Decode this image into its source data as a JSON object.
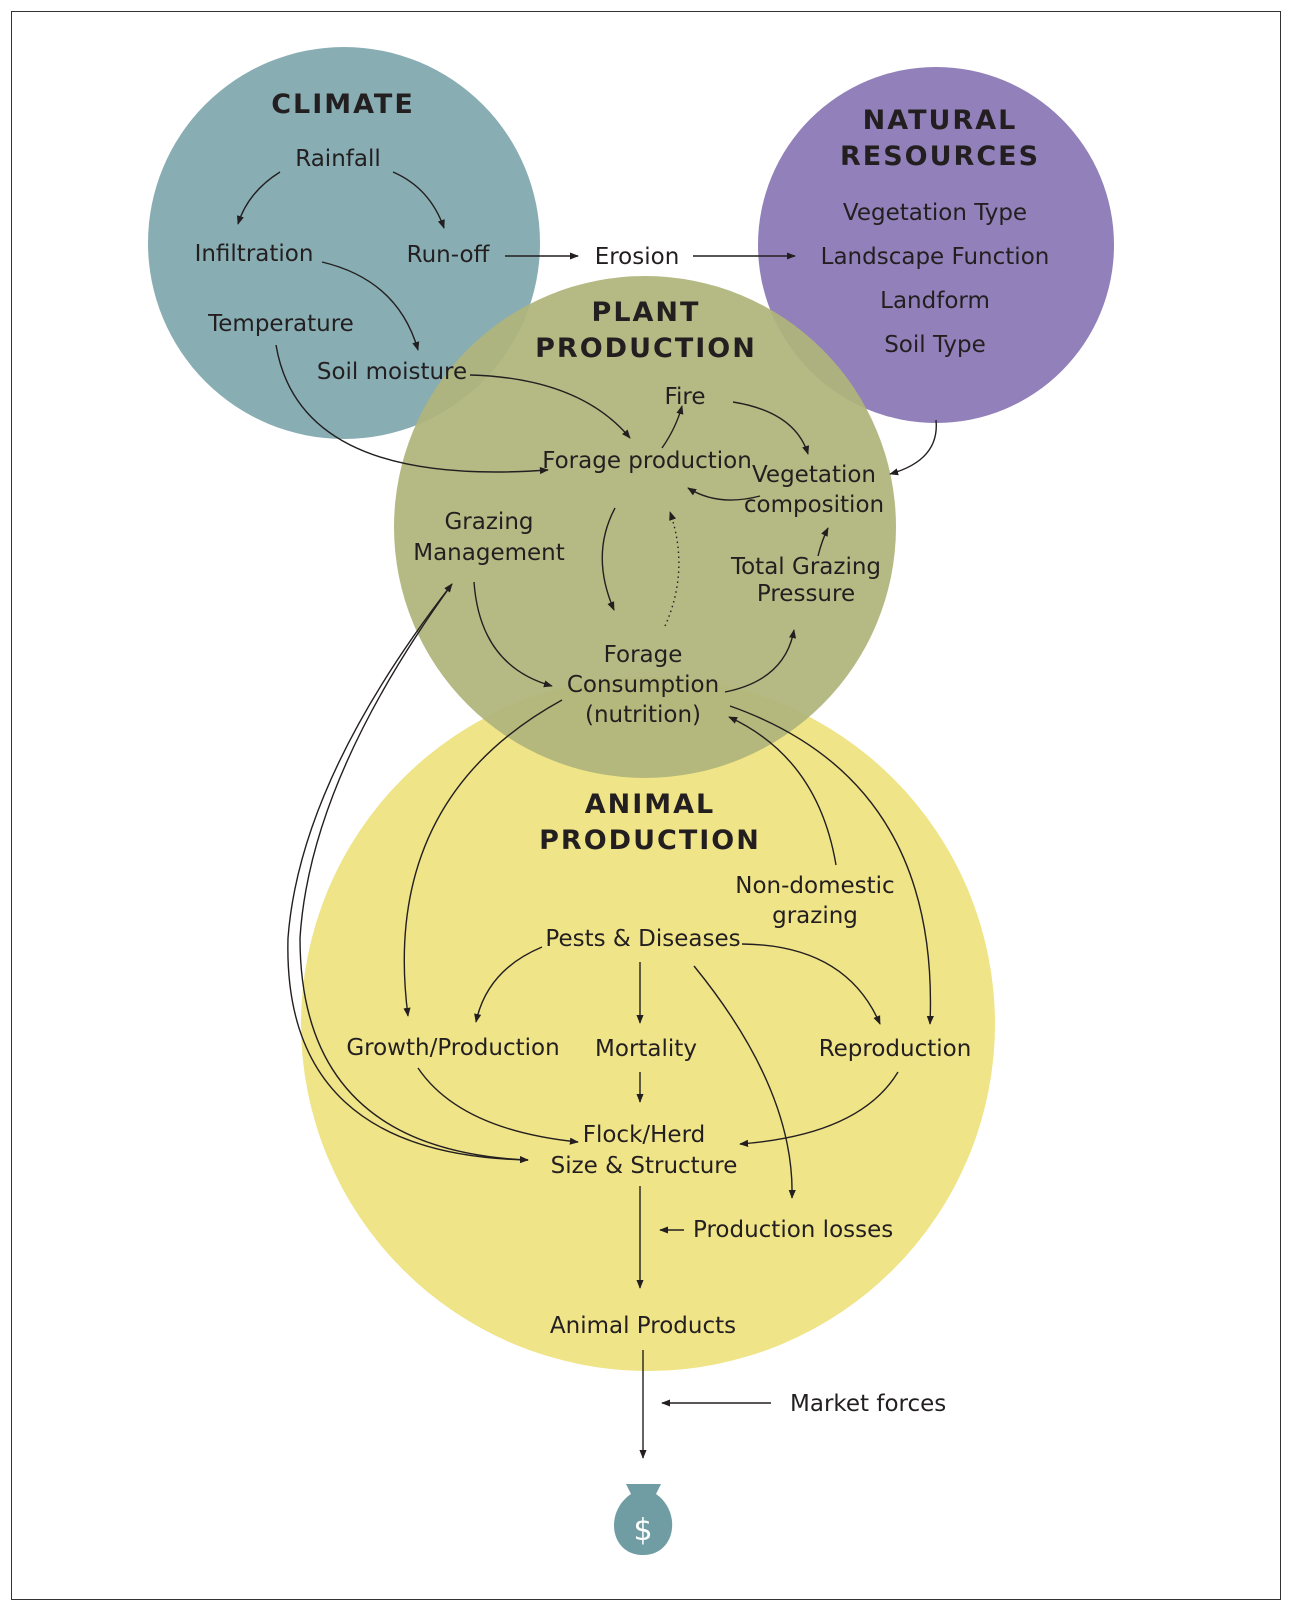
{
  "colors": {
    "climate": "#88adb3",
    "natural_resources": "#9180b9",
    "plant_production": "#afb57b",
    "animal_production": "#f0e488",
    "money_bag": "#6f9da3",
    "border": "#333333"
  },
  "icons": {
    "money": "money-bag-icon"
  },
  "climate": {
    "title": "CLIMATE",
    "rainfall": "Rainfall",
    "infiltration": "Infiltration",
    "runoff": "Run-off",
    "temperature": "Temperature",
    "soil_moisture": "Soil moisture"
  },
  "erosion": "Erosion",
  "natural_resources": {
    "title_line1": "NATURAL",
    "title_line2": "RESOURCES",
    "items": [
      "Vegetation Type",
      "Landscape Function",
      "Landform",
      "Soil Type"
    ]
  },
  "plant_production": {
    "title_line1": "PLANT",
    "title_line2": "PRODUCTION",
    "fire": "Fire",
    "forage_production": "Forage production",
    "vegetation_composition_line1": "Vegetation",
    "vegetation_composition_line2": "composition",
    "grazing_management_line1": "Grazing",
    "grazing_management_line2": "Management",
    "total_grazing_pressure_line1": "Total Grazing",
    "total_grazing_pressure_line2": "Pressure",
    "forage_consumption_line1": "Forage",
    "forage_consumption_line2": "Consumption",
    "forage_consumption_line3": "(nutrition)"
  },
  "animal_production": {
    "title_line1": "ANIMAL",
    "title_line2": "PRODUCTION",
    "non_domestic_line1": "Non-domestic",
    "non_domestic_line2": "grazing",
    "pests_diseases": "Pests & Diseases",
    "growth_production": "Growth/Production",
    "mortality": "Mortality",
    "reproduction": "Reproduction",
    "flock_herd_line1": "Flock/Herd",
    "flock_herd_line2": "Size & Structure",
    "production_losses": "Production losses",
    "animal_products": "Animal Products"
  },
  "market_forces": "Market forces",
  "money_symbol": "$"
}
